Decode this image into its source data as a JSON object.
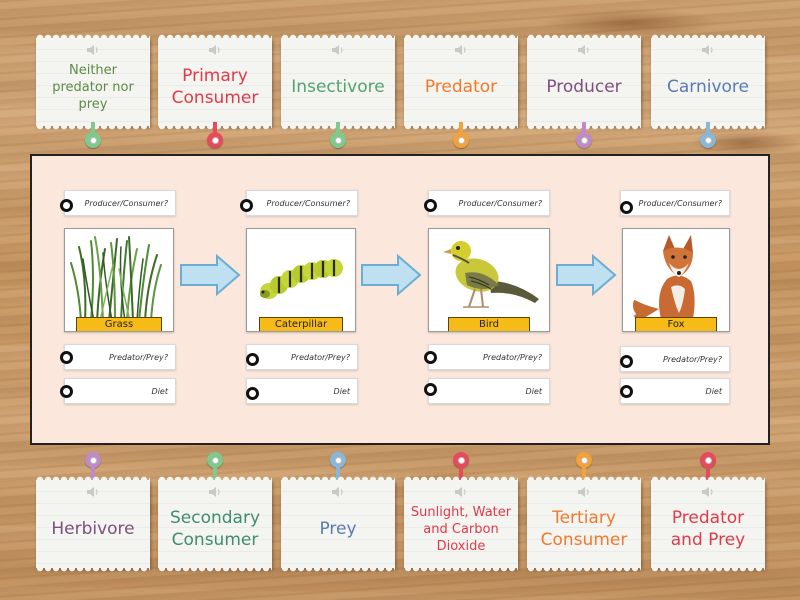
{
  "colors": {
    "green": "#5e8a47",
    "red": "#e03a4a",
    "mint": "#52a36e",
    "orange": "#ef7a2c",
    "purple": "#7d4f7f",
    "blue": "#5a7bb0",
    "teal": "#3f8c72",
    "sky": "#6a9ac8"
  },
  "top_cards": [
    {
      "label": "Neither predator nor prey",
      "color": "#5e8a47",
      "pin_color": "#7fc98d"
    },
    {
      "label": "Primary Consumer",
      "color": "#e03a4a",
      "pin_color": "#e54b5b"
    },
    {
      "label": "Insectivore",
      "color": "#52a36e",
      "pin_color": "#7fc98d"
    },
    {
      "label": "Predator",
      "color": "#ef7a2c",
      "pin_color": "#f1a23a"
    },
    {
      "label": "Producer",
      "color": "#7d4f7f",
      "pin_color": "#c08ac8"
    },
    {
      "label": "Carnivore",
      "color": "#5a7bb0",
      "pin_color": "#8ab6d8"
    }
  ],
  "bottom_cards": [
    {
      "label": "Herbivore",
      "color": "#7d4f7f",
      "pin_color": "#c08ac8"
    },
    {
      "label": "Secondary Consumer",
      "color": "#3f8c72",
      "pin_color": "#7fc98d"
    },
    {
      "label": "Prey",
      "color": "#5a7bb0",
      "pin_color": "#8ab6d8"
    },
    {
      "label": "Sunlight, Water and Carbon Dioxide",
      "color": "#e03a4a",
      "pin_color": "#e54b5b"
    },
    {
      "label": "Tertiary Consumer",
      "color": "#ef7a2c",
      "pin_color": "#f1a23a"
    },
    {
      "label": "Predator and Prey",
      "color": "#e03a4a",
      "pin_color": "#e54b5b"
    }
  ],
  "slots": {
    "producer_consumer": "Producer/Consumer?",
    "predator_prey": "Predator/Prey?",
    "diet": "Diet"
  },
  "organisms": [
    {
      "name": "Grass",
      "icon": "grass-icon"
    },
    {
      "name": "Caterpillar",
      "icon": "caterpillar-icon"
    },
    {
      "name": "Bird",
      "icon": "bird-icon"
    },
    {
      "name": "Fox",
      "icon": "fox-icon"
    }
  ]
}
